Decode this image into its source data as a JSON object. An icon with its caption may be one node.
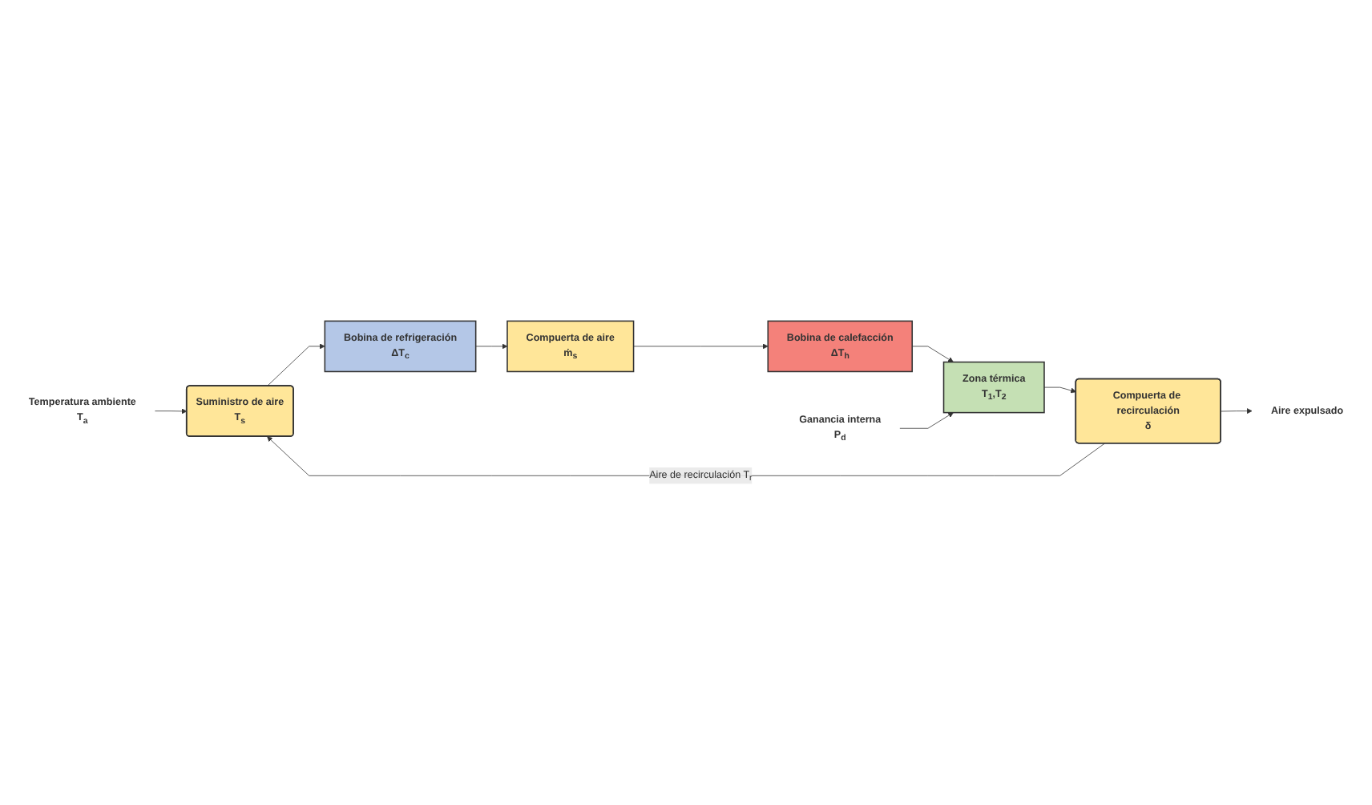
{
  "diagram": {
    "nodes": [
      {
        "text": [
          "Temperatura ambiente",
          "T$_{a}$"
        ]
      },
      {
        "text": [
          "Suministro de aire",
          "T$_{s}$"
        ]
      },
      {
        "text": [
          "Bobina de refrigeración",
          "ΔT$_{c}$"
        ]
      },
      {
        "text": [
          "Compuerta de aire",
          "ṁ$_{s}$"
        ]
      },
      {
        "text": [
          "Bobina de calefacción",
          "ΔT$_{h}$"
        ]
      },
      {
        "text": [
          "Zona térmica",
          "T$_{1}$,T$_{2}$"
        ]
      },
      {
        "text": [
          "Ganancia interna",
          "P$_{d}$"
        ]
      },
      {
        "text": [
          "Compuerta de recirculación",
          "δ"
        ]
      },
      {
        "text": [
          "Aire expulsado"
        ]
      }
    ],
    "edges": [
      {
        "from": 0,
        "to": 1,
        "arrow": "to"
      },
      {
        "from": 1,
        "to": 2,
        "arrow": "to"
      },
      {
        "from": 2,
        "to": 3,
        "arrow": "to"
      },
      {
        "from": 3,
        "to": 4,
        "arrow": "to"
      },
      {
        "from": 4,
        "to": 5,
        "arrow": "to"
      },
      {
        "from": 6,
        "to": 5,
        "arrow": "to"
      },
      {
        "from": 5,
        "to": 7,
        "arrow": "to"
      },
      {
        "from": 7,
        "to": 8,
        "arrow": "to"
      },
      {
        "from": 7,
        "to": 1,
        "arrow": "to",
        "label": "Aire de recirculación T$_{r}$"
      }
    ]
  }
}
